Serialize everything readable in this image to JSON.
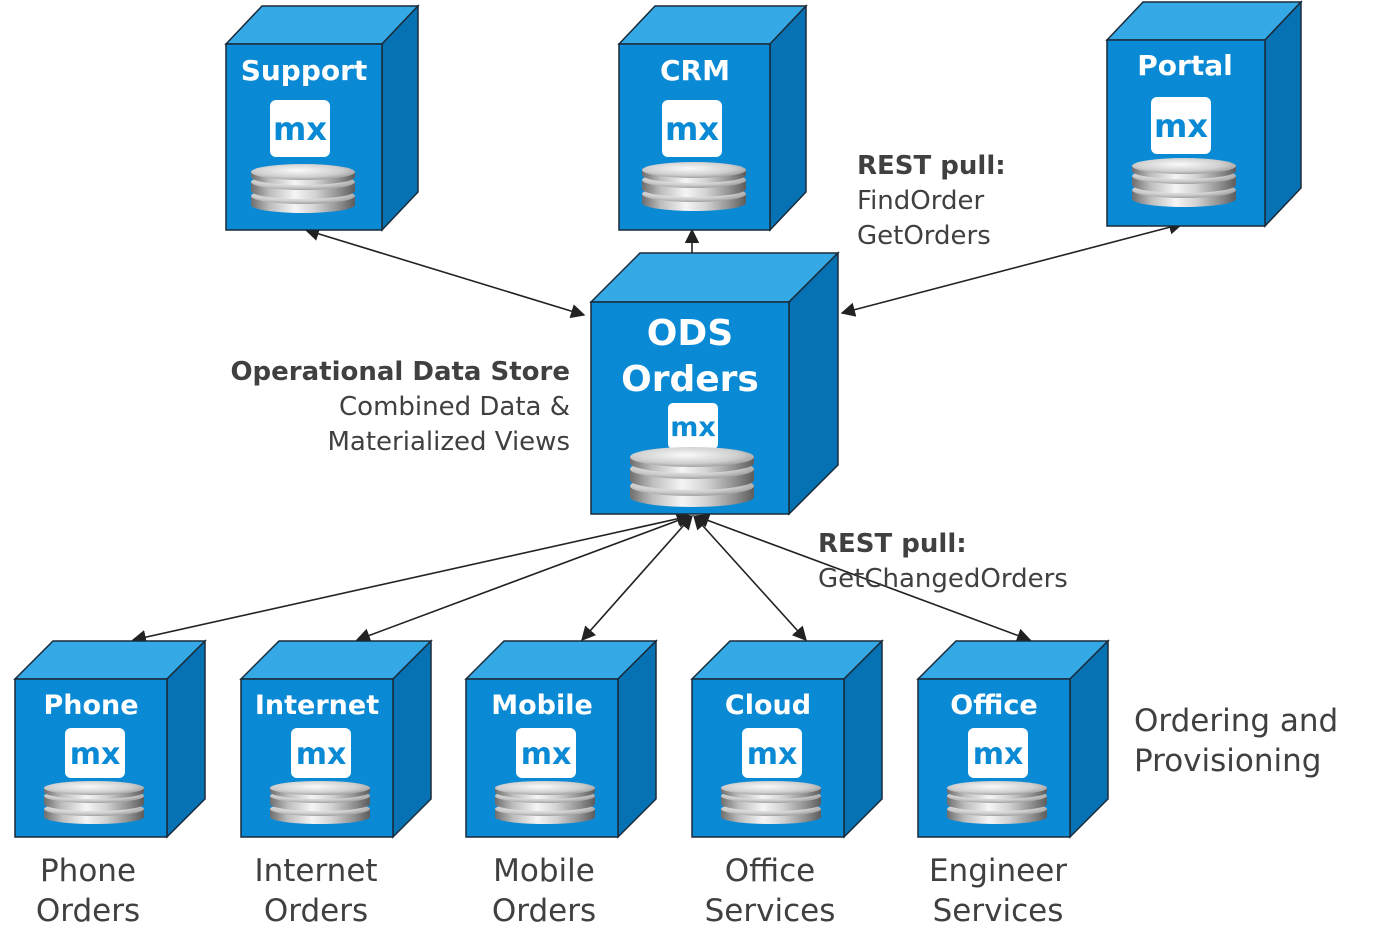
{
  "colors": {
    "cube_front": "#0a8ad4",
    "cube_top": "#35a8e6",
    "cube_side": "#0672b3",
    "cube_edge": "#1b2a38",
    "mx_text": "#0a8ad4",
    "annotation_text": "#404040",
    "arrow": "#222222"
  },
  "icons": {
    "app_logo": "mx-logo-icon",
    "database": "database-stack-icon"
  },
  "nodes": {
    "support": {
      "title": "Support",
      "logo": "mx"
    },
    "crm": {
      "title": "CRM",
      "logo": "mx"
    },
    "portal": {
      "title": "Portal",
      "logo": "mx"
    },
    "ods": {
      "title_line1": "ODS",
      "title_line2": "Orders",
      "logo": "mx"
    },
    "phone": {
      "title": "Phone",
      "logo": "mx"
    },
    "internet": {
      "title": "Internet",
      "logo": "mx"
    },
    "mobile": {
      "title": "Mobile",
      "logo": "mx"
    },
    "cloud": {
      "title": "Cloud",
      "logo": "mx"
    },
    "office": {
      "title": "Office",
      "logo": "mx"
    }
  },
  "annotations": {
    "rest_top": {
      "line1": "REST pull:",
      "line2": "FindOrder",
      "line3": "GetOrders"
    },
    "rest_bottom": {
      "line1": "REST pull:",
      "line2": "GetChangedOrders"
    },
    "ods_desc": {
      "line1": "Operational Data Store",
      "line2": "Combined Data &",
      "line3": "Materialized Views"
    },
    "group": {
      "line1": "Ordering and",
      "line2": "Provisioning"
    }
  },
  "captions": {
    "phone": {
      "line1": "Phone",
      "line2": "Orders"
    },
    "internet": {
      "line1": "Internet",
      "line2": "Orders"
    },
    "mobile": {
      "line1": "Mobile",
      "line2": "Orders"
    },
    "office": {
      "line1": "Office",
      "line2": "Services"
    },
    "engineer": {
      "line1": "Engineer",
      "line2": "Services"
    }
  }
}
